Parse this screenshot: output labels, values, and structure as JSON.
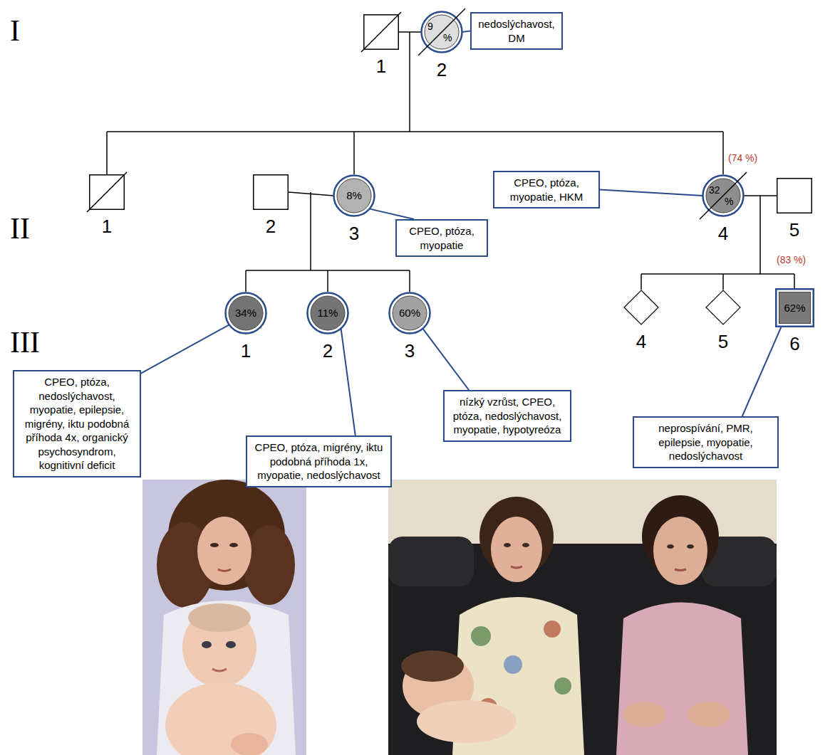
{
  "diagram": {
    "nodes": [
      {
        "text": [
          "1"
        ]
      },
      {
        "text": [
          "9 %",
          "2"
        ]
      },
      {
        "text": [
          "nedoslýchavost, DM"
        ]
      },
      {
        "text": [
          "1"
        ]
      },
      {
        "text": [
          "2"
        ]
      },
      {
        "text": [
          "8%",
          "3"
        ]
      },
      {
        "text": [
          "CPEO, ptóza, myopatie"
        ]
      },
      {
        "text": [
          "CPEO, ptóza, myopatie, HKM"
        ]
      },
      {
        "text": [
          "(74 %)",
          "32 %",
          "4"
        ]
      },
      {
        "text": [
          "5"
        ]
      },
      {
        "text": [
          "CPEO, ptóza, nedoslýchavost, myopatie, epilepsie, migrény, iktu podobná příhoda 4x, organický psychosyndrom, kognitivní deficit"
        ]
      },
      {
        "text": [
          "34%",
          "1"
        ]
      },
      {
        "text": [
          "11%",
          "2"
        ]
      },
      {
        "text": [
          "CPEO, ptóza, migrény, iktu podobná příhoda 1x, myopatie, nedoslýchavost"
        ]
      },
      {
        "text": [
          "60%",
          "3"
        ]
      },
      {
        "text": [
          "nízký vzrůst, CPEO, ptóza, nedoslýchavost, myopatie, hypotyreóza"
        ]
      },
      {
        "text": [
          "4"
        ]
      },
      {
        "text": [
          "5"
        ]
      },
      {
        "text": [
          "(83 %)",
          "62%",
          "6"
        ]
      },
      {
        "text": [
          "neprospívání, PMR, epilepsie, myopatie, nedoslýchavost"
        ]
      }
    ],
    "edges": [
      {
        "from": 0,
        "to": 1,
        "arrow": "none"
      },
      {
        "from": 1,
        "to": 2,
        "arrow": "none"
      },
      {
        "from": 4,
        "to": 5,
        "arrow": "none"
      },
      {
        "from": 5,
        "to": 6,
        "arrow": "none"
      },
      {
        "from": 7,
        "to": 8,
        "arrow": "none"
      },
      {
        "from": 8,
        "to": 9,
        "arrow": "none"
      },
      {
        "from": 10,
        "to": 11,
        "arrow": "none"
      },
      {
        "from": 12,
        "to": 13,
        "arrow": "none"
      },
      {
        "from": 14,
        "to": 15,
        "arrow": "none"
      },
      {
        "from": 18,
        "to": 19,
        "arrow": "none"
      }
    ],
    "labels": [
      "I",
      "II",
      "III"
    ]
  }
}
